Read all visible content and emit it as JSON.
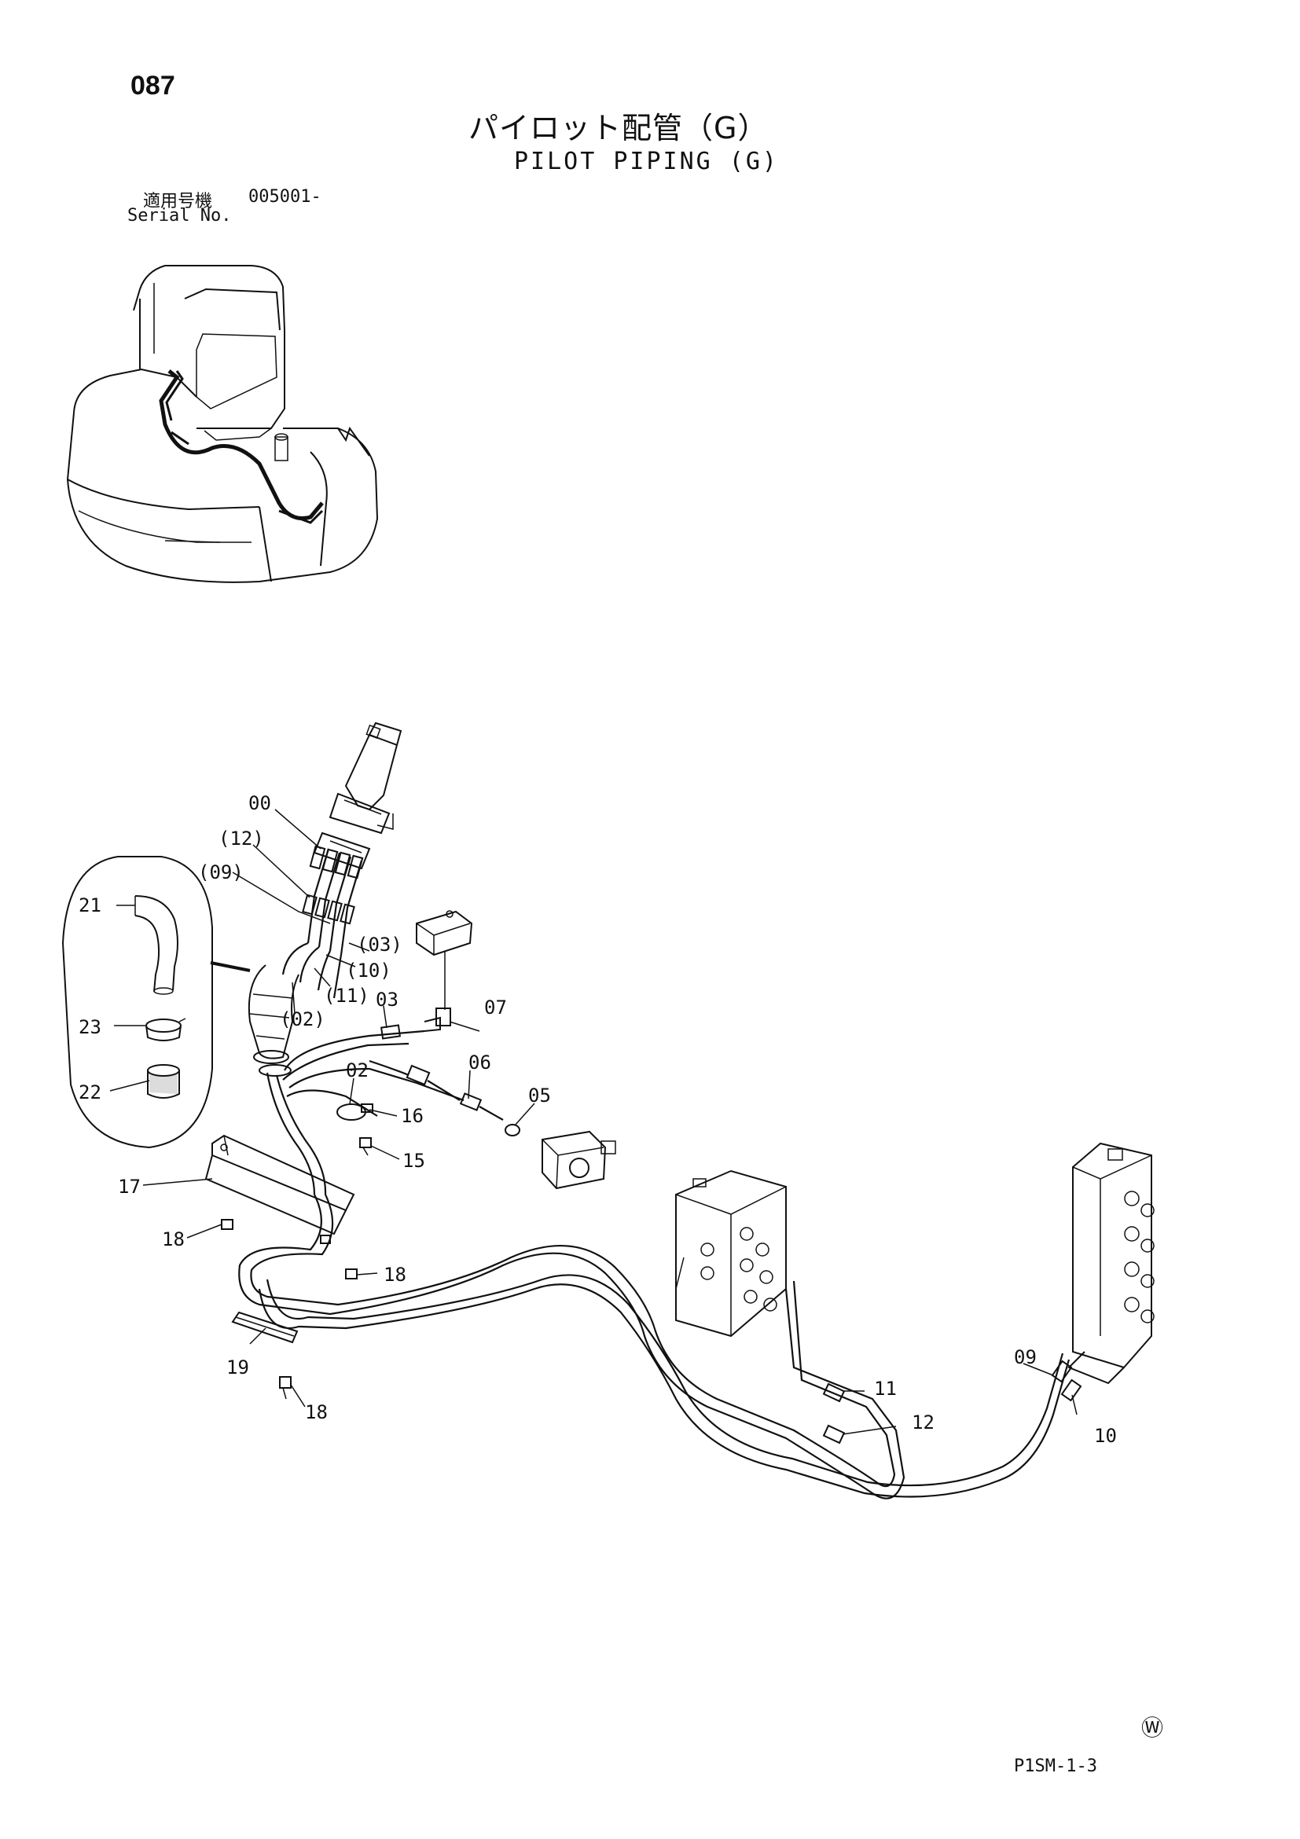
{
  "page_number": "087",
  "title_jp": "パイロット配管（G）",
  "title_en": "PILOT PIPING (G)",
  "serial": {
    "label_jp": "適用号機",
    "value": "005001-",
    "label_en": "Serial No."
  },
  "callouts": [
    "00",
    "(12)",
    "(09)",
    "(03)",
    "(10)",
    "(11)",
    "(02)",
    "03",
    "07",
    "02",
    "06",
    "05",
    "16",
    "15",
    "21",
    "23",
    "22",
    "17",
    "18",
    "18",
    "19",
    "18",
    "09",
    "10",
    "11",
    "12"
  ],
  "watermark_symbol": "Ⓦ",
  "doc_code": "P1SM-1-3"
}
